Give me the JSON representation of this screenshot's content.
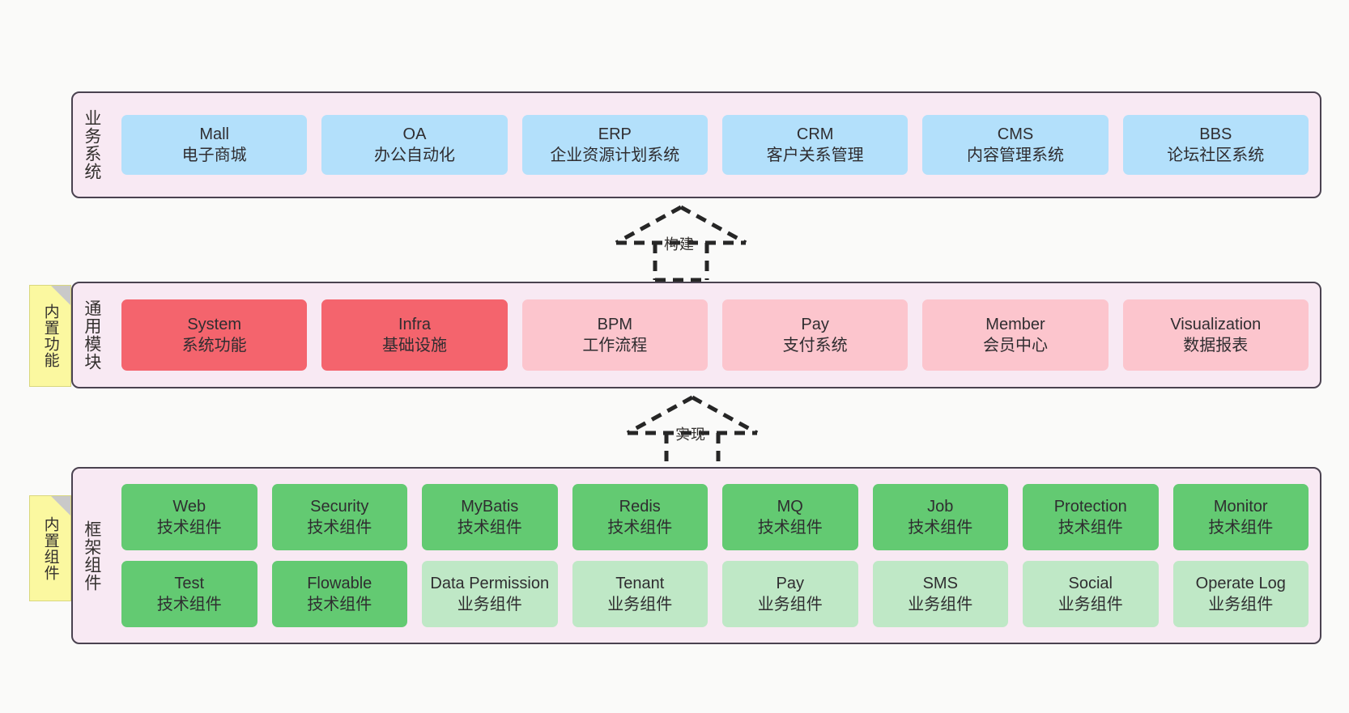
{
  "canvas": {
    "background": "#fafaf9"
  },
  "palette": {
    "layer_fill": "#f8e9f3",
    "layer_border": "#4a4250",
    "business_cell": "#b3e0fb",
    "common_cell_strong": "#f4646d",
    "common_cell_light": "#fcc5cd",
    "framework_cell_tech": "#63ca72",
    "framework_cell_biz": "#bfe8c6",
    "note_fill": "#fbf8a0",
    "note_fold": "#c9c9c9",
    "text": "#2f2d30"
  },
  "layers": [
    {
      "id": "business",
      "title": "业务系统",
      "note": null,
      "rows": [
        {
          "cells": [
            {
              "name": "Mall",
              "desc": "电子商城",
              "fill": "#b3e0fb"
            },
            {
              "name": "OA",
              "desc": "办公自动化",
              "fill": "#b3e0fb"
            },
            {
              "name": "ERP",
              "desc": "企业资源计划系统",
              "fill": "#b3e0fb"
            },
            {
              "name": "CRM",
              "desc": "客户关系管理",
              "fill": "#b3e0fb"
            },
            {
              "name": "CMS",
              "desc": "内容管理系统",
              "fill": "#b3e0fb"
            },
            {
              "name": "BBS",
              "desc": "论坛社区系统",
              "fill": "#b3e0fb"
            }
          ]
        }
      ]
    },
    {
      "id": "common",
      "title": "通用模块",
      "note": "内置功能",
      "rows": [
        {
          "cells": [
            {
              "name": "System",
              "desc": "系统功能",
              "fill": "#f4646d"
            },
            {
              "name": "Infra",
              "desc": "基础设施",
              "fill": "#f4646d"
            },
            {
              "name": "BPM",
              "desc": "工作流程",
              "fill": "#fcc5cd"
            },
            {
              "name": "Pay",
              "desc": "支付系统",
              "fill": "#fcc5cd"
            },
            {
              "name": "Member",
              "desc": "会员中心",
              "fill": "#fcc5cd"
            },
            {
              "name": "Visualization",
              "desc": "数据报表",
              "fill": "#fcc5cd"
            }
          ]
        }
      ]
    },
    {
      "id": "framework",
      "title": "框架组件",
      "note": "内置组件",
      "rows": [
        {
          "cells": [
            {
              "name": "Web",
              "desc": "技术组件",
              "fill": "#63ca72"
            },
            {
              "name": "Security",
              "desc": "技术组件",
              "fill": "#63ca72"
            },
            {
              "name": "MyBatis",
              "desc": "技术组件",
              "fill": "#63ca72"
            },
            {
              "name": "Redis",
              "desc": "技术组件",
              "fill": "#63ca72"
            },
            {
              "name": "MQ",
              "desc": "技术组件",
              "fill": "#63ca72"
            },
            {
              "name": "Job",
              "desc": "技术组件",
              "fill": "#63ca72"
            },
            {
              "name": "Protection",
              "desc": "技术组件",
              "fill": "#63ca72"
            },
            {
              "name": "Monitor",
              "desc": "技术组件",
              "fill": "#63ca72"
            }
          ]
        },
        {
          "cells": [
            {
              "name": "Test",
              "desc": "技术组件",
              "fill": "#63ca72"
            },
            {
              "name": "Flowable",
              "desc": "技术组件",
              "fill": "#63ca72"
            },
            {
              "name": "Data Permission",
              "desc": "业务组件",
              "fill": "#bfe8c6",
              "wrap": true
            },
            {
              "name": "Tenant",
              "desc": "业务组件",
              "fill": "#bfe8c6"
            },
            {
              "name": "Pay",
              "desc": "业务组件",
              "fill": "#bfe8c6"
            },
            {
              "name": "SMS",
              "desc": "业务组件",
              "fill": "#bfe8c6"
            },
            {
              "name": "Social",
              "desc": "业务组件",
              "fill": "#bfe8c6"
            },
            {
              "name": "Operate Log",
              "desc": "业务组件",
              "fill": "#bfe8c6"
            }
          ]
        }
      ]
    }
  ],
  "arrows": [
    {
      "id": "build",
      "label": "构建",
      "style": "dashed-hollow-triangle",
      "direction": "up"
    },
    {
      "id": "impl",
      "label": "实现",
      "style": "dashed-hollow-triangle",
      "direction": "up"
    }
  ]
}
